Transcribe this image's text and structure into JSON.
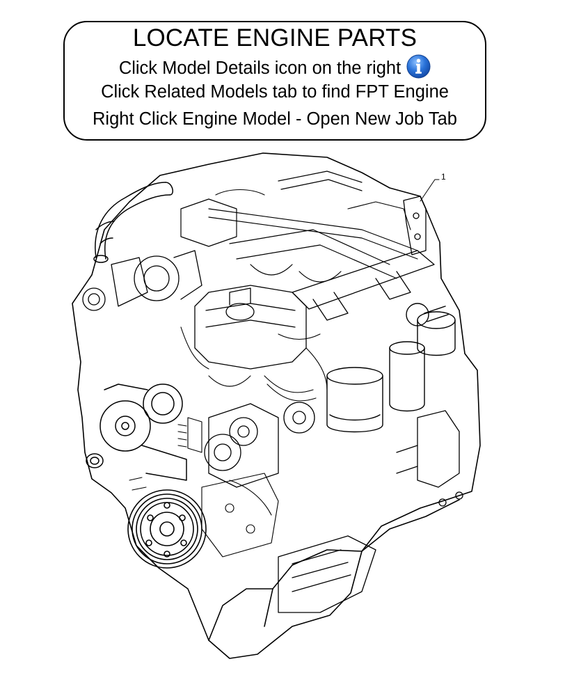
{
  "instructions": {
    "title": "LOCATE ENGINE PARTS",
    "line1": "Click Model Details icon on the right",
    "line2": "Click Related Models tab to find FPT Engine",
    "line3": "Right Click Engine Model - Open New Job Tab",
    "info_icon": "info-icon",
    "info_icon_color": "#2a73d9"
  },
  "diagram": {
    "callout_label": "1"
  }
}
